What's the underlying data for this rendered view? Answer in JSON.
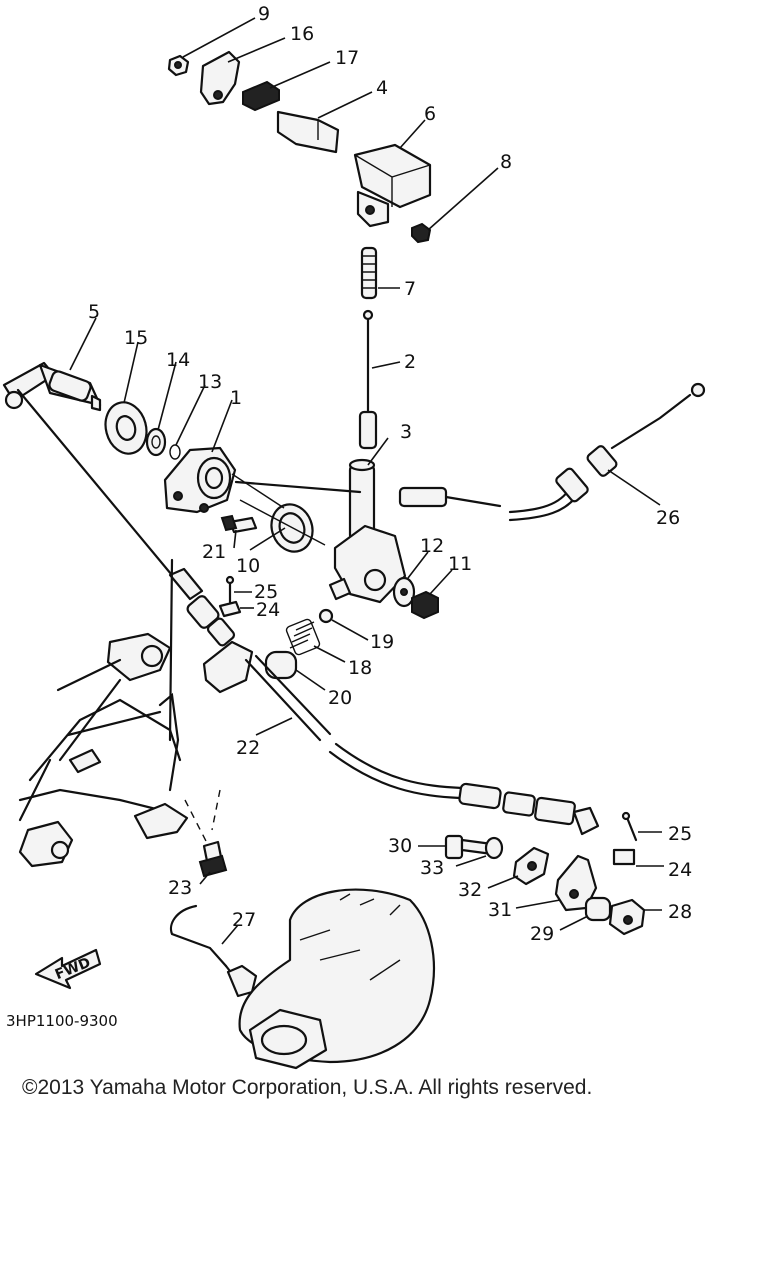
{
  "diagram_code": "3HP1100-9300",
  "fwd_label": "FWD",
  "copyright": "©2013 Yamaha Motor Corporation, U.S.A. All rights reserved.",
  "callouts": {
    "c1": "1",
    "c2": "2",
    "c3": "3",
    "c4": "4",
    "c5": "5",
    "c6": "6",
    "c7": "7",
    "c8": "8",
    "c9": "9",
    "c10": "10",
    "c11": "11",
    "c12": "12",
    "c13": "13",
    "c14": "14",
    "c15": "15",
    "c16": "16",
    "c17": "17",
    "c18": "18",
    "c19": "19",
    "c20": "20",
    "c21": "21",
    "c22": "22",
    "c23": "23",
    "c24a": "24",
    "c24b": "24",
    "c25a": "25",
    "c25b": "25",
    "c26": "26",
    "c27": "27",
    "c28": "28",
    "c29": "29",
    "c30": "30",
    "c31": "31",
    "c32": "32",
    "c33": "33"
  }
}
